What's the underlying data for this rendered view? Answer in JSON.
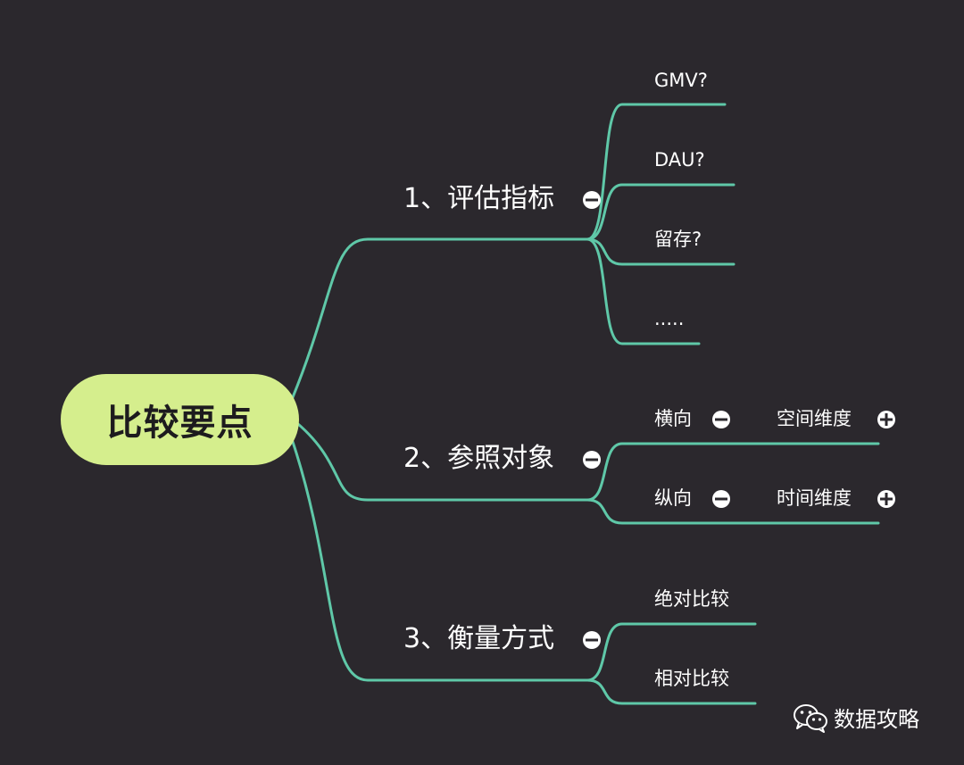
{
  "colors": {
    "background": "#2b282d",
    "connector": "#5fc8a8",
    "root_fill": "#d5ee8d",
    "text": "#ffffff"
  },
  "root": {
    "label": "比较要点"
  },
  "branches": [
    {
      "label": "1、评估指标",
      "toggle_icon": "collapse-minus-icon",
      "children": [
        {
          "label": "GMV?"
        },
        {
          "label": "DAU?"
        },
        {
          "label": "留存?"
        },
        {
          "label": "....."
        }
      ]
    },
    {
      "label": "2、参照对象",
      "toggle_icon": "collapse-minus-icon",
      "children": [
        {
          "label": "横向",
          "toggle_icon": "collapse-minus-icon",
          "child": {
            "label": "空间维度",
            "toggle_icon": "expand-plus-icon"
          }
        },
        {
          "label": "纵向",
          "toggle_icon": "collapse-minus-icon",
          "child": {
            "label": "时间维度",
            "toggle_icon": "expand-plus-icon"
          }
        }
      ]
    },
    {
      "label": "3、衡量方式",
      "toggle_icon": "collapse-minus-icon",
      "children": [
        {
          "label": "绝对比较"
        },
        {
          "label": "相对比较"
        }
      ]
    }
  ],
  "watermark": {
    "label": "数据攻略",
    "icon": "wechat-icon"
  }
}
